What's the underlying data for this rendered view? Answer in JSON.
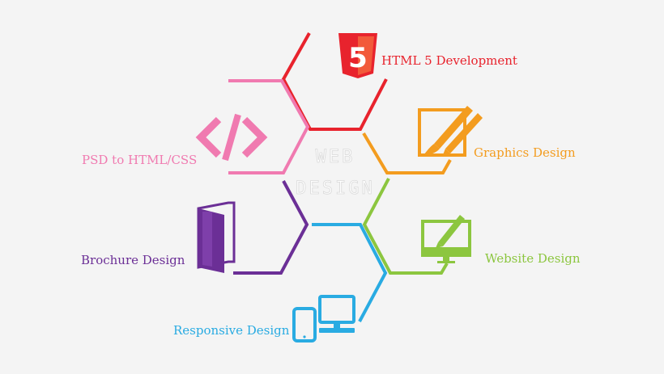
{
  "center": {
    "line1": "WEB",
    "line2": "DESIGN"
  },
  "nodes": [
    {
      "id": "html5",
      "label": "HTML 5 Development",
      "icon": "html5-shield-icon",
      "color": "#e8232d"
    },
    {
      "id": "graphics",
      "label": "Graphics Design",
      "icon": "brush-pencil-frame-icon",
      "color": "#f39c1f"
    },
    {
      "id": "website",
      "label": "Website Design",
      "icon": "monitor-pen-icon",
      "color": "#8cc63f"
    },
    {
      "id": "responsive",
      "label": "Responsive Design",
      "icon": "devices-icon",
      "color": "#29abe2"
    },
    {
      "id": "brochure",
      "label": "Brochure Design",
      "icon": "trifold-brochure-icon",
      "color": "#6b2f96"
    },
    {
      "id": "psd",
      "label": "PSD to HTML/CSS",
      "icon": "code-brackets-icon",
      "color": "#f07ab0"
    }
  ],
  "html5_badge": "5"
}
